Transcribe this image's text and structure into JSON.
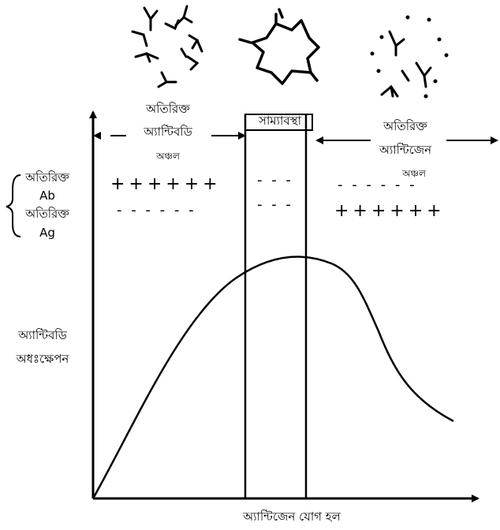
{
  "zones": {
    "antibody_excess": {
      "line1": "অতিরিক্ত",
      "line2": "অ্যান্টিবডি",
      "line3": "অঞ্চল"
    },
    "equivalence": {
      "label": "সাম্যাবস্থা"
    },
    "antigen_excess": {
      "line1": "অতিরিক্ত",
      "line2": "অ্যান্টিজেন",
      "line3": "অঞ্চল"
    }
  },
  "legend": {
    "excess_ab_line1": "অতিরিক্ত",
    "excess_ab_line2": "Ab",
    "excess_ag_line1": "অতিরিক্ত",
    "excess_ag_line2": "Ag"
  },
  "rows": {
    "ab": {
      "antibody_zone": "++++++",
      "equivalence_zone": "- - -",
      "antigen_zone": "- - - - - -"
    },
    "ag": {
      "antibody_zone": "- - - - - -",
      "equivalence_zone": "- - -",
      "antigen_zone": "++++++"
    }
  },
  "axes": {
    "y_label_line1": "অ্যান্টিবডি",
    "y_label_line2": "অধঃক্ষেপন",
    "x_label": "অ্যান্টিজেন যোগ হল"
  }
}
